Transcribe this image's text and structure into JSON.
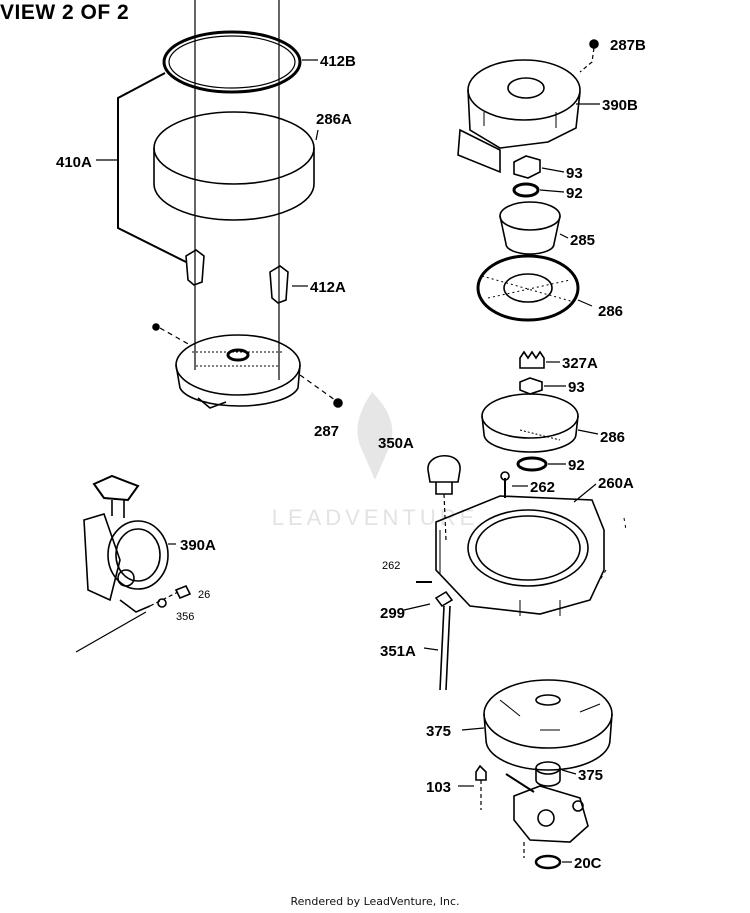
{
  "header": {
    "title": "VIEW 2 OF 2"
  },
  "watermark": {
    "text": "LEADVENTURE"
  },
  "footer": {
    "text": "Rendered by LeadVenture, Inc."
  },
  "parts": {
    "p412B": "412B",
    "p286A": "286A",
    "p410A": "410A",
    "p412A": "412A",
    "p287": "287",
    "p390A": "390A",
    "p26": "26",
    "p356": "356",
    "p287B": "287B",
    "p390B": "390B",
    "p93a": "93",
    "p92a": "92",
    "p285": "285",
    "p286a": "286",
    "p327A": "327A",
    "p93b": "93",
    "p286b": "286",
    "p350A": "350A",
    "p92b": "92",
    "p262a": "262",
    "p260A": "260A",
    "p262b": "262",
    "p299": "299",
    "p351A": "351A",
    "p375a": "375",
    "p103": "103",
    "p375b": "375",
    "p20C": "20C"
  },
  "colors": {
    "ink": "#000000",
    "watermark": "#e3e3e3",
    "background": "#ffffff"
  }
}
